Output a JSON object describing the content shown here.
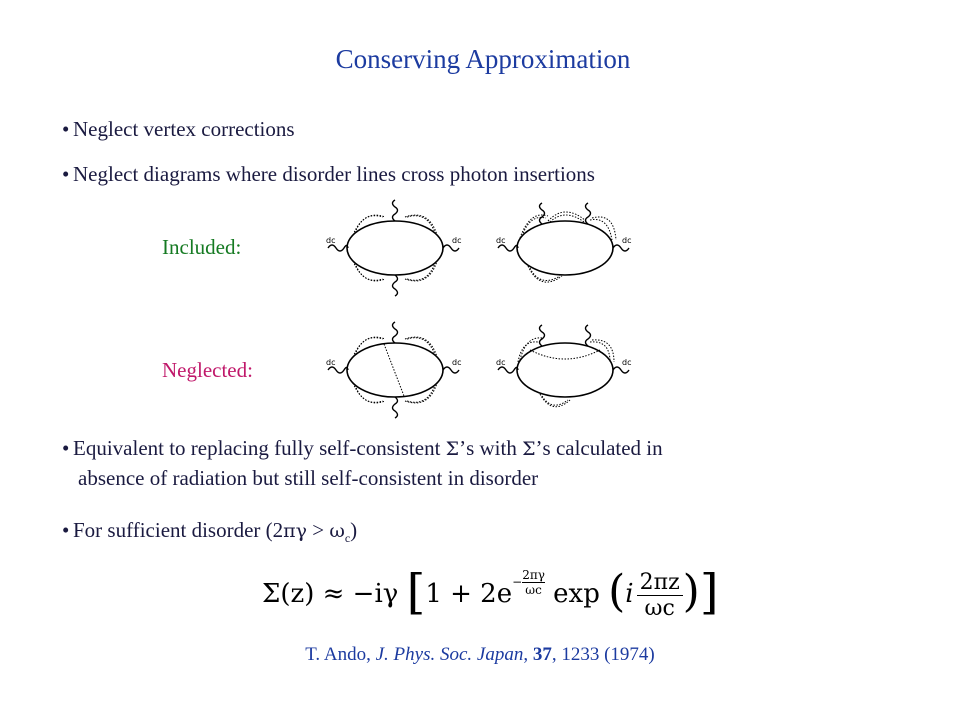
{
  "title": "Conserving Approximation",
  "bullets": {
    "b1": "Neglect vertex corrections",
    "b2": "Neglect diagrams where disorder lines cross photon insertions",
    "b3_part1": "Equivalent to replacing fully self-consistent ",
    "b3_sigma1": "Σ",
    "b3_part2": "’s with ",
    "b3_sigma2": "Σ",
    "b3_part3": "’s calculated in",
    "b3_line2": "absence of radiation but still self-consistent in disorder",
    "b4_part1": "For sufficient disorder (2",
    "b4_pigamma": "πγ",
    "b4_gt": " > ",
    "b4_omega": "ω",
    "b4_sub": "c",
    "b4_close": ")"
  },
  "labels": {
    "included": "Included:",
    "neglected": "Neglected:"
  },
  "diagram_vertex_label": "dc",
  "formula": {
    "lhs": "Σ(z) ≈ −iγ",
    "one_plus": "1 + 2e",
    "exp_num": "2πγ",
    "exp_den": "ωc",
    "exp_word": "exp",
    "i": "i",
    "frac_num": "2πz",
    "frac_den": "ωc"
  },
  "citation": {
    "author": "T. Ando, ",
    "journal": "J. Phys. Soc. Japan",
    "comma1": ", ",
    "volume": "37",
    "rest": ", 1233 (1974)"
  }
}
